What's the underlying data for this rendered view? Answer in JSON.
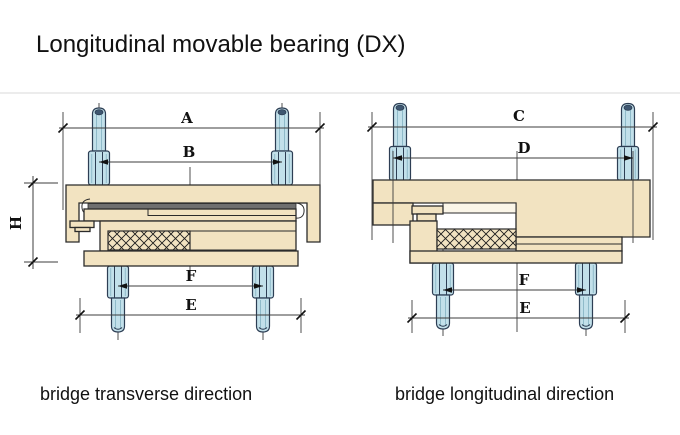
{
  "title": "Longitudinal movable bearing (DX)",
  "colors": {
    "plate_beige": "#f2e3c1",
    "recess_fill": "#fbf6e8",
    "steel_gray": "#6f6f6f",
    "bolt_fill": "#c2e0ea",
    "bolt_shade": "#8fbac9",
    "bolt_outline": "#2d3e54",
    "bolt_cap": "#3e5670",
    "outline": "#2b2b2b",
    "dim_line": "#3c3c3c",
    "frame_line": "#d9d9d9",
    "text": "#111111"
  },
  "left_view": {
    "caption": "bridge transverse direction",
    "dim_labels": {
      "A": "A",
      "B": "B",
      "H": "H",
      "F": "F",
      "E": "E"
    }
  },
  "right_view": {
    "caption": "bridge longitudinal direction",
    "dim_labels": {
      "C": "C",
      "D": "D",
      "F": "F",
      "E": "E"
    }
  }
}
